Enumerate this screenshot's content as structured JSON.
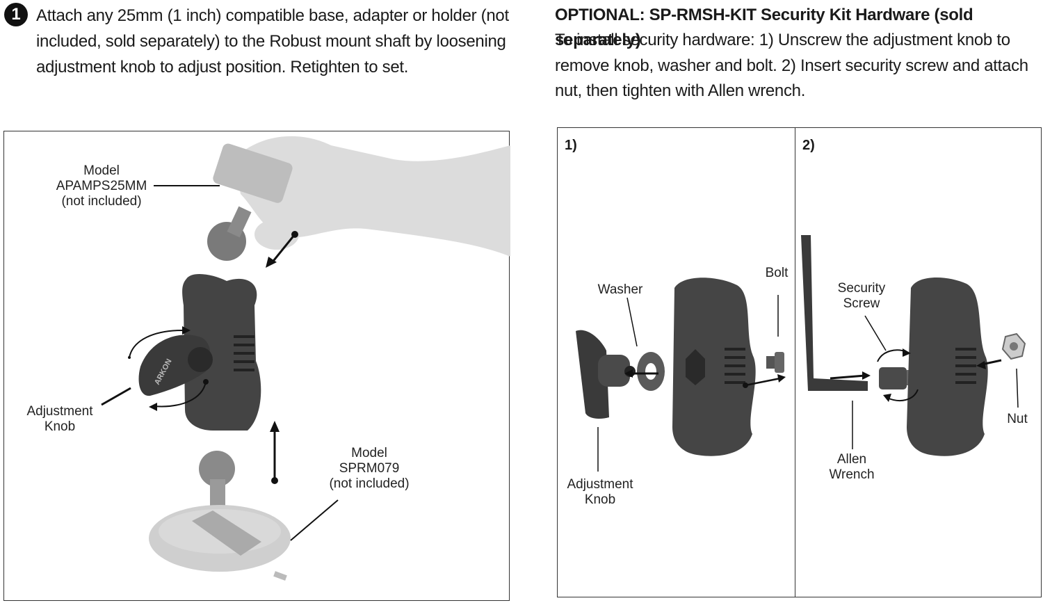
{
  "step1": {
    "badge": "1",
    "text": "Attach any 25mm (1 inch) compatible base, adapter or holder (not included, sold separately) to the Robust mount shaft by loosening adjustment knob to adjust position. Retighten to set."
  },
  "optional": {
    "title": "OPTIONAL: SP-RMSH-KIT Security Kit Hardware (sold separately)",
    "body": "To install security hardware: 1) Unscrew the adjustment knob to remove knob, washer and bolt. 2) Insert security screw and attach nut, then tighten with Allen wrench."
  },
  "left_figure": {
    "top_model": [
      "Model",
      "APAMPS25MM",
      "(not included)"
    ],
    "knob": [
      "Adjustment",
      "Knob"
    ],
    "bottom_model": [
      "Model",
      "SPRM079",
      "(not included)"
    ],
    "brand_mark": "ARKON"
  },
  "security_figure": {
    "panel1": {
      "number": "1)",
      "washer": "Washer",
      "bolt": "Bolt",
      "knob": [
        "Adjustment",
        "Knob"
      ]
    },
    "panel2": {
      "number": "2)",
      "screw": [
        "Security",
        "Screw"
      ],
      "wrench": [
        "Allen",
        "Wrench"
      ],
      "nut": "Nut"
    }
  },
  "colors": {
    "text": "#1a1a1a",
    "mount": "#3a3a3a",
    "faded": "#d6d6d6",
    "border": "#333333"
  }
}
